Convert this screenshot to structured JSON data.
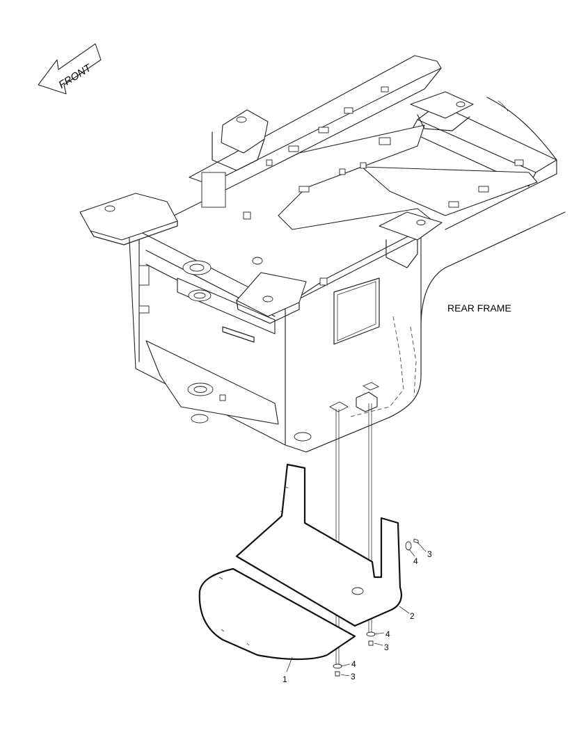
{
  "direction_arrow": {
    "label": "FRONT"
  },
  "assembly_label": "REAR FRAME",
  "callouts": [
    {
      "id": "c1",
      "text": "1"
    },
    {
      "id": "c2",
      "text": "2"
    },
    {
      "id": "c3a",
      "text": "3"
    },
    {
      "id": "c3b",
      "text": "3"
    },
    {
      "id": "c3c",
      "text": "3"
    },
    {
      "id": "c4a",
      "text": "4"
    },
    {
      "id": "c4b",
      "text": "4"
    },
    {
      "id": "c4c",
      "text": "4"
    }
  ]
}
